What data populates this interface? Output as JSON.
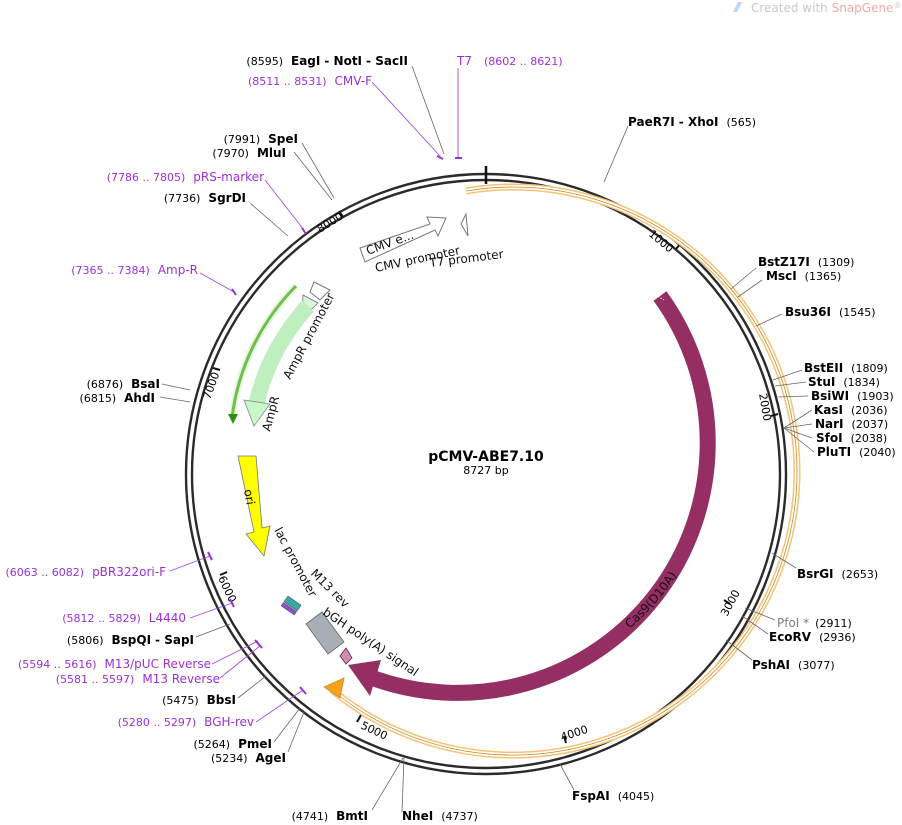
{
  "watermark": {
    "prefix": "Created with ",
    "brand": "SnapGene",
    "suffix": "®"
  },
  "plasmid": {
    "name": "pCMV-ABE7.10",
    "length_label": "8727 bp",
    "length": 8727
  },
  "ticks": [
    "1000",
    "2000",
    "3000",
    "4000",
    "5000",
    "6000",
    "7000",
    "8000"
  ],
  "sites": [
    {
      "id": "paer7i",
      "pos": "(565)",
      "names": [
        "PaeR7I",
        "XhoI"
      ]
    },
    {
      "id": "bstz17i",
      "pos": "(1309)",
      "names": [
        "BstZ17I"
      ]
    },
    {
      "id": "msci",
      "pos": "(1365)",
      "names": [
        "MscI"
      ]
    },
    {
      "id": "bsu36i",
      "pos": "(1545)",
      "names": [
        "Bsu36I"
      ]
    },
    {
      "id": "bsteii",
      "pos": "(1809)",
      "names": [
        "BstEII"
      ]
    },
    {
      "id": "stui",
      "pos": "(1834)",
      "names": [
        "StuI"
      ]
    },
    {
      "id": "bsiwi",
      "pos": "(1903)",
      "names": [
        "BsiWI"
      ]
    },
    {
      "id": "kasi",
      "pos": "(2036)",
      "names": [
        "KasI"
      ]
    },
    {
      "id": "nari",
      "pos": "(2037)",
      "names": [
        "NarI"
      ]
    },
    {
      "id": "sfoi",
      "pos": "(2038)",
      "names": [
        "SfoI"
      ]
    },
    {
      "id": "pluti",
      "pos": "(2040)",
      "names": [
        "PluTI"
      ]
    },
    {
      "id": "bsrgi",
      "pos": "(2653)",
      "names": [
        "BsrGI"
      ]
    },
    {
      "id": "pfoi",
      "pos": "(2911)",
      "names": [
        "PfoI *"
      ]
    },
    {
      "id": "ecorv",
      "pos": "(2936)",
      "names": [
        "EcoRV"
      ]
    },
    {
      "id": "pshai",
      "pos": "(3077)",
      "names": [
        "PshAI"
      ]
    },
    {
      "id": "fspai",
      "pos": "(4045)",
      "names": [
        "FspAI"
      ]
    },
    {
      "id": "nhei",
      "pos": "(4737)",
      "names": [
        "NheI"
      ]
    },
    {
      "id": "bmti",
      "pos": "(4741)",
      "names": [
        "BmtI"
      ]
    },
    {
      "id": "agei",
      "pos": "(5234)",
      "names": [
        "AgeI"
      ]
    },
    {
      "id": "pmei",
      "pos": "(5264)",
      "names": [
        "PmeI"
      ]
    },
    {
      "id": "bbsi",
      "pos": "(5475)",
      "names": [
        "BbsI"
      ]
    },
    {
      "id": "bspqi",
      "pos": "(5806)",
      "names": [
        "BspQI",
        "SapI"
      ]
    },
    {
      "id": "ahdi",
      "pos": "(6815)",
      "names": [
        "AhdI"
      ]
    },
    {
      "id": "bsai",
      "pos": "(6876)",
      "names": [
        "BsaI"
      ]
    },
    {
      "id": "sgrdi",
      "pos": "(7736)",
      "names": [
        "SgrDI"
      ]
    },
    {
      "id": "mlui",
      "pos": "(7970)",
      "names": [
        "MluI"
      ]
    },
    {
      "id": "spei",
      "pos": "(7991)",
      "names": [
        "SpeI"
      ]
    },
    {
      "id": "eagi",
      "pos": "(8595)",
      "names": [
        "EagI",
        "NotI",
        "SacII"
      ]
    }
  ],
  "primers": [
    {
      "id": "t7",
      "range": "(8602 .. 8621)",
      "name": "T7"
    },
    {
      "id": "cmvf",
      "range": "(8511 .. 8531)",
      "name": "CMV-F"
    },
    {
      "id": "prsmarker",
      "range": "(7786 .. 7805)",
      "name": "pRS-marker"
    },
    {
      "id": "ampr-primer",
      "range": "(7365 .. 7384)",
      "name": "Amp-R"
    },
    {
      "id": "pbr322ori",
      "range": "(6063 .. 6082)",
      "name": "pBR322ori-F"
    },
    {
      "id": "l4440",
      "range": "(5812 .. 5829)",
      "name": "L4440"
    },
    {
      "id": "m13puc",
      "range": "(5594 .. 5616)",
      "name": "M13/pUC Reverse"
    },
    {
      "id": "m13rev",
      "range": "(5581 .. 5597)",
      "name": "M13 Reverse"
    },
    {
      "id": "bghrev",
      "range": "(5280 .. 5297)",
      "name": "BGH-rev"
    }
  ],
  "features": {
    "cas9": "Cas9(D10A)",
    "cmv_enhancer": "CMV e...",
    "cmv_promoter": "CMV promoter",
    "t7_promoter": "T7 promoter",
    "ampr_promoter": "AmpR promoter",
    "ampr": "AmpR",
    "ori": "ori",
    "lac_promoter": "lac promoter",
    "m13_rev": "M13 rev",
    "bgh": "bGH poly(A) signal"
  },
  "colors": {
    "cas9": "#952e63",
    "orf": "#f7a21a",
    "ampr": "#c8f7c8",
    "ampr_orf": "#3aa214",
    "ori": "#ffff00",
    "primer": "#9b30d9",
    "backbone": "#333333",
    "bgh": "#a9aeb6",
    "lac": "#3aa8a8"
  }
}
